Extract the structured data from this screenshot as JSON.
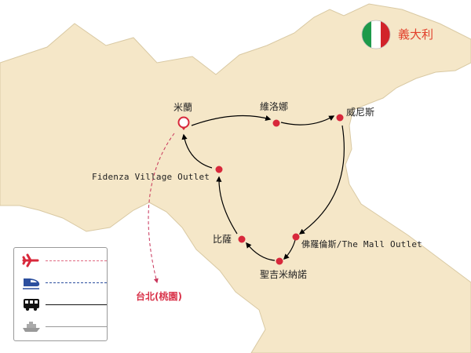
{
  "country": {
    "name": "義大利",
    "flag_colors": {
      "left": "#1d9a4a",
      "middle": "#ffffff",
      "right": "#d2232a"
    }
  },
  "colors": {
    "land": "#f5e7c8",
    "land_edge": "#d9c9a3",
    "stop_marker": "#d8283b",
    "route_line": "#000000",
    "flight_line": "#c8345a"
  },
  "places": {
    "milan": "米蘭",
    "verona": "維洛娜",
    "venice": "威尼斯",
    "florence": "佛羅倫斯/The Mall Outlet",
    "san_gimignano": "聖吉米納諾",
    "pisa": "比薩",
    "fidenza": "Fidenza Village Outlet",
    "taipei": "台北(桃園)"
  },
  "legend": {
    "items": [
      {
        "icon": "airplane-icon",
        "style": "dashed",
        "color": "#e06a82"
      },
      {
        "icon": "train-icon",
        "style": "dashed",
        "color": "#2c4f9e"
      },
      {
        "icon": "bus-icon",
        "style": "solid",
        "color": "#111111"
      },
      {
        "icon": "ship-icon",
        "style": "solid",
        "color": "#999999"
      }
    ]
  }
}
